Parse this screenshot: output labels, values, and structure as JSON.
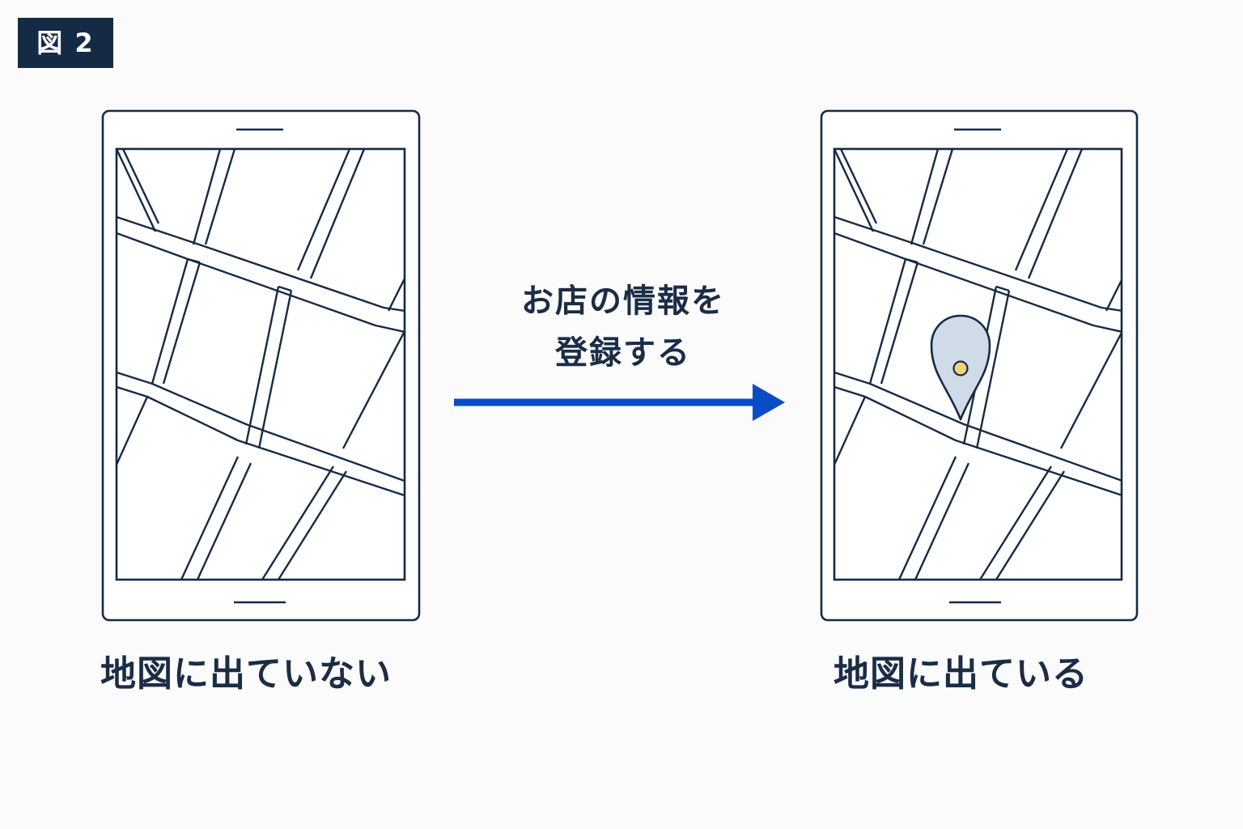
{
  "figure_label": "図 2",
  "before": {
    "caption": "地図に出ていない"
  },
  "after": {
    "caption": "地図に出ている",
    "icon": "map-pin-icon"
  },
  "transition": {
    "label_line1": "お店の情報を",
    "label_line2": "登録する",
    "icon": "arrow-right-icon"
  },
  "colors": {
    "outline": "#152a45",
    "arrow": "#0a4cc6",
    "pin_fill": "#cfdbe6",
    "pin_dot": "#f2d37a"
  }
}
